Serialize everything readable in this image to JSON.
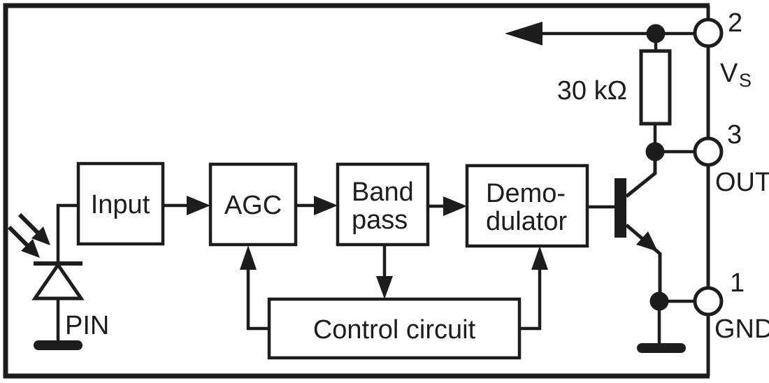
{
  "colors": {
    "ink": "#1d1d1b",
    "background": "#ffffff"
  },
  "blocks": {
    "input": {
      "label": "Input"
    },
    "agc": {
      "label": "AGC"
    },
    "bandpass": {
      "line1": "Band",
      "line2": "pass"
    },
    "demodulator": {
      "line1": "Demo-",
      "line2": "dulator"
    },
    "control_circuit": {
      "label": "Control circuit"
    }
  },
  "resistor": {
    "label": "30 kΩ"
  },
  "photodiode": {
    "label": "PIN"
  },
  "pins": {
    "vs": {
      "number": "2",
      "name": "V",
      "name_subscript": "S"
    },
    "out": {
      "number": "3",
      "name": "OUT"
    },
    "gnd": {
      "number": "1",
      "name": "GND"
    }
  }
}
